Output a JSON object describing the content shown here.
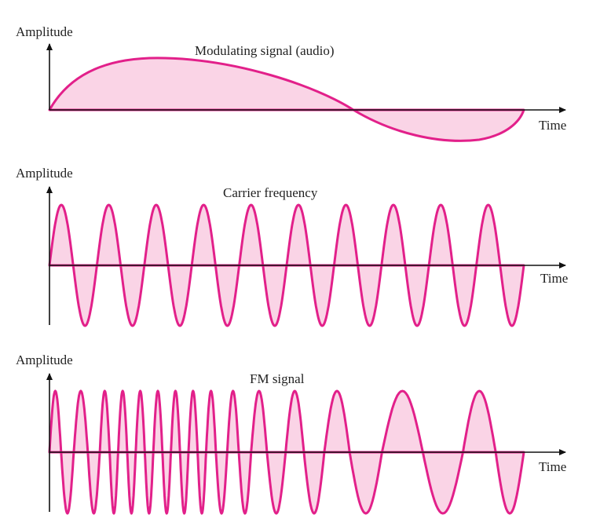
{
  "colors": {
    "stroke": "#e2208a",
    "fill": "#fad4e6",
    "axis": "#111111"
  },
  "panels": [
    {
      "y_label": "Amplitude",
      "title": "Modulating signal (audio)",
      "x_label": "Time"
    },
    {
      "y_label": "Amplitude",
      "title": "Carrier frequency",
      "x_label": "Time",
      "cycles": 10
    },
    {
      "y_label": "Amplitude",
      "title": "FM signal",
      "x_label": "Time",
      "half_cycles": 30
    }
  ]
}
